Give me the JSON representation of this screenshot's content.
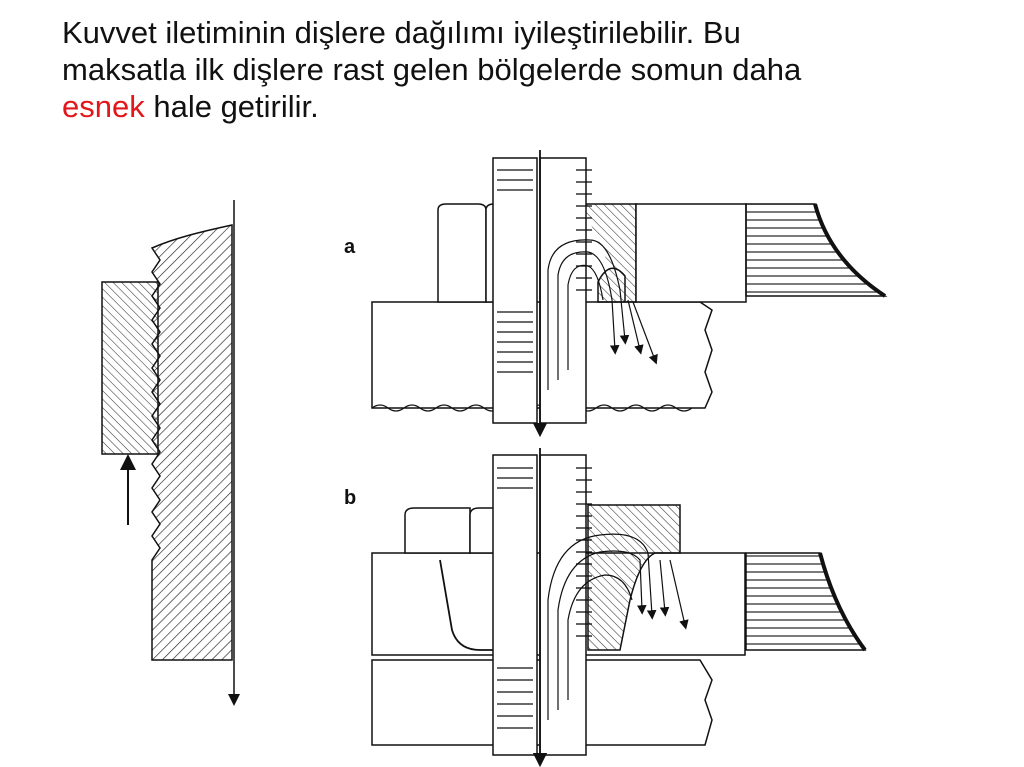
{
  "title": {
    "line1": "Kuvvet iletiminin dişlere dağılımı iyileştirilebilir. Bu",
    "line2": "maksatla ilk dişlere rast gelen bölgelerde somun daha",
    "highlight": "esnek",
    "line3_rest": " hale getirilir.",
    "highlight_color": "#e3161b"
  },
  "figure": {
    "label_a": "a",
    "label_b": "b"
  }
}
